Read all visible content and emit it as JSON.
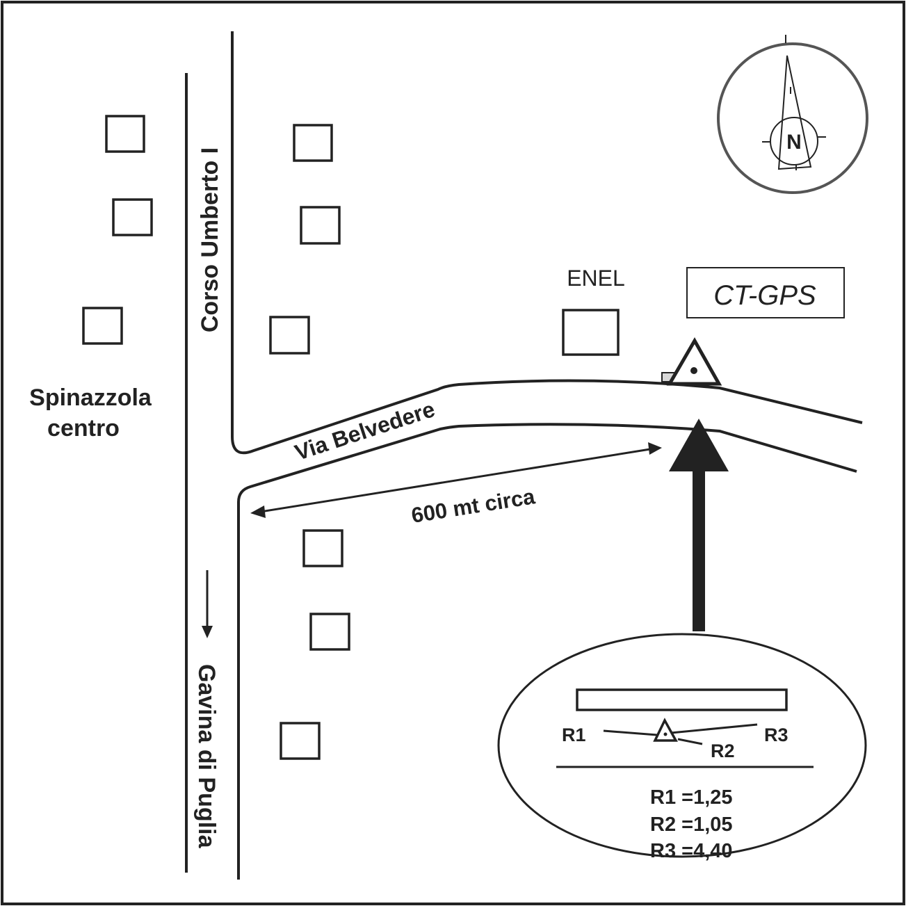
{
  "labels": {
    "town": [
      "Spinazzola",
      "centro"
    ],
    "corso": "Corso Umberto I",
    "via_belvedere": "Via Belvedere",
    "distance": "600 mt circa",
    "gavina": "Gavina di Puglia",
    "enel": "ENEL",
    "station": "CT-GPS",
    "north": "N"
  },
  "inset": {
    "refs": [
      "R1",
      "R2",
      "R3"
    ],
    "values": [
      "R1 =1,25",
      "R2 =1,05",
      "R3 =4,40"
    ]
  },
  "colors": {
    "ink": "#222222",
    "compass": "#555555",
    "box_fill": "#d8d8d8"
  }
}
